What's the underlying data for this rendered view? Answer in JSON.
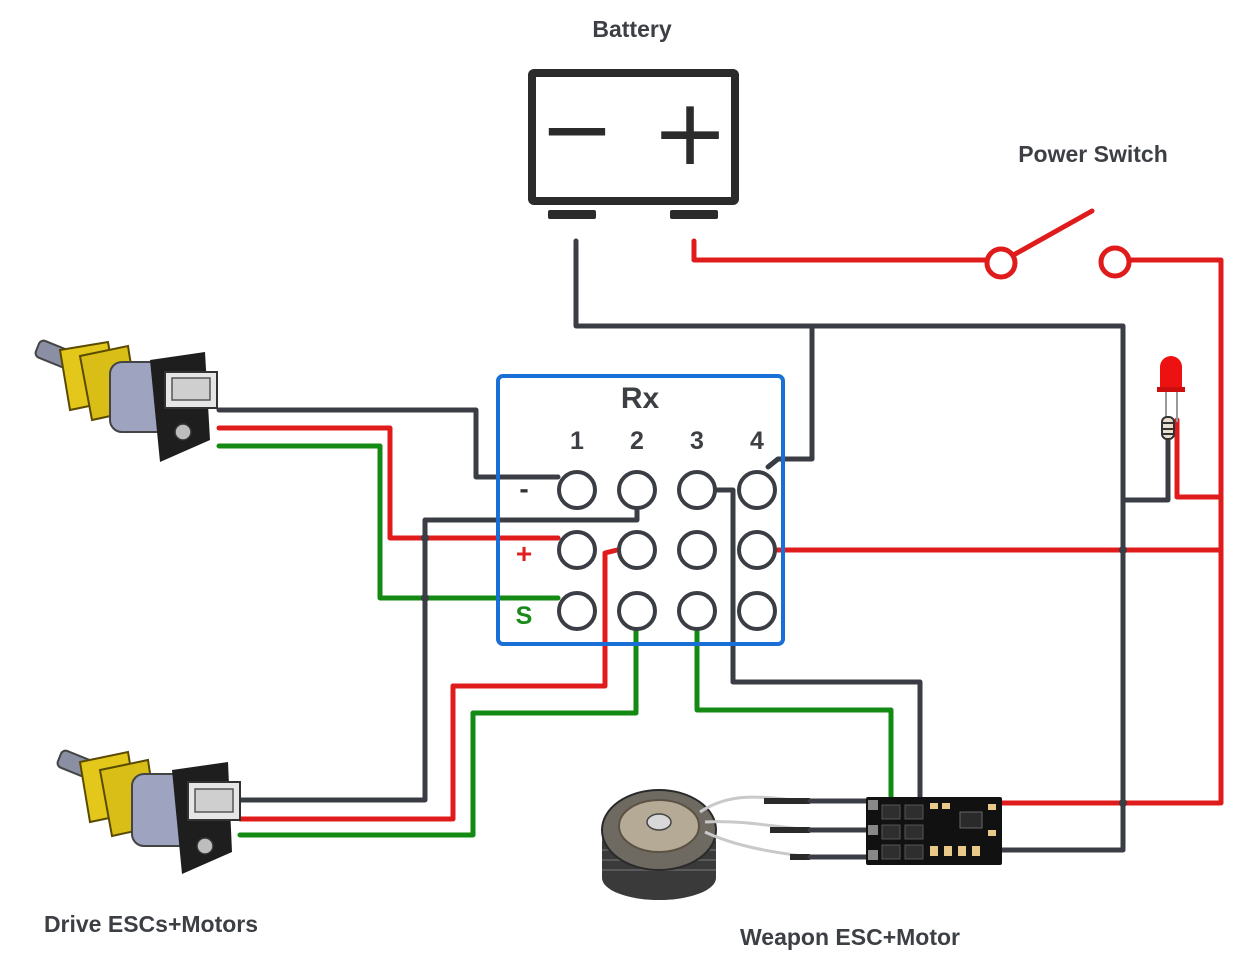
{
  "labels": {
    "battery": "Battery",
    "power_switch": "Power Switch",
    "receiver": "Rx",
    "drive": "Drive ESCs+Motors",
    "weapon": "Weapon ESC+Motor"
  },
  "battery": {
    "minus_symbol": "−",
    "plus_symbol": "+"
  },
  "receiver": {
    "channels": [
      "1",
      "2",
      "3",
      "4"
    ],
    "rows": [
      {
        "symbol": "-",
        "color": "#333333"
      },
      {
        "symbol": "+",
        "color": "#e02020"
      },
      {
        "symbol": "S",
        "color": "#1a8a1a"
      }
    ]
  },
  "colors": {
    "ground": "#3a3d44",
    "power": "#e01b1b",
    "signal": "#138a13",
    "rx_border": "#1a6fd6",
    "led": "#ee1111"
  }
}
